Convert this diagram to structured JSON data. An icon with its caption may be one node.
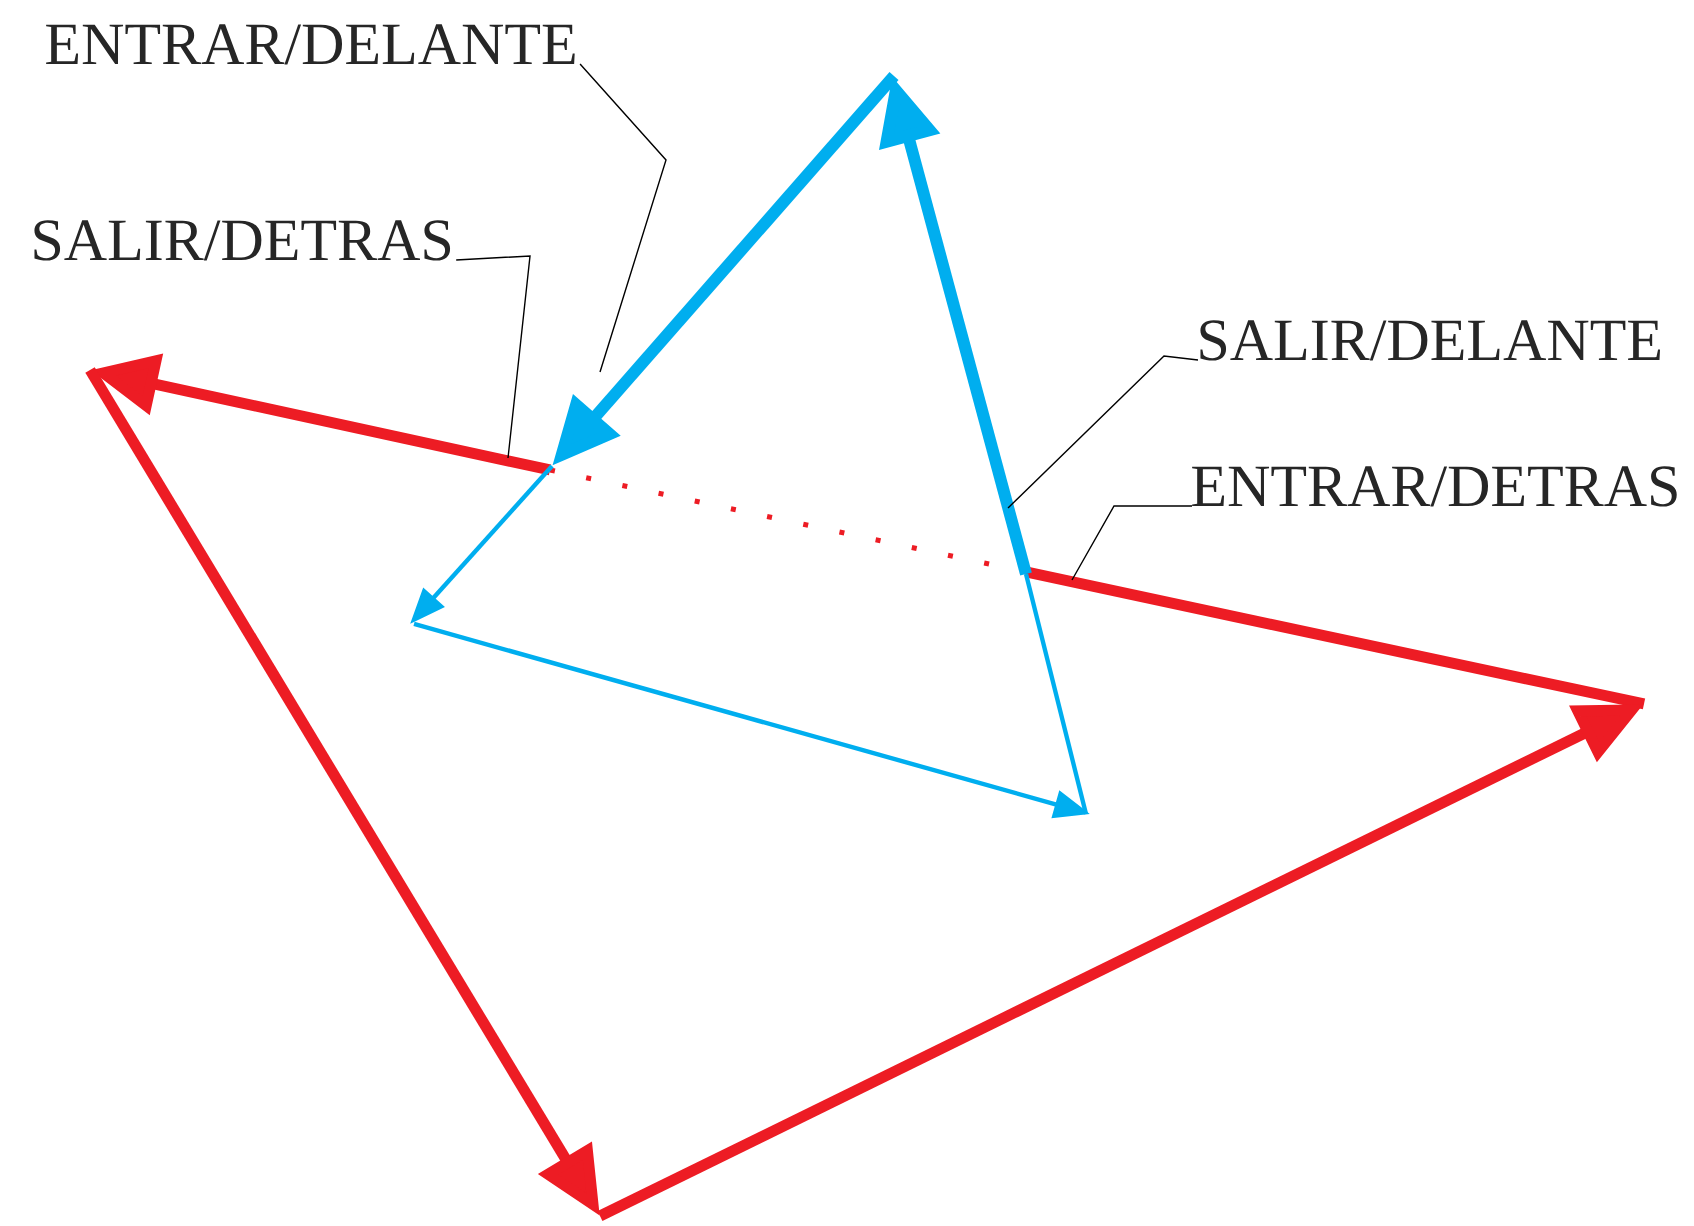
{
  "diagram": {
    "nodes": [
      {
        "text": [
          "ENTRAR/DELANTE"
        ]
      },
      {
        "text": [
          "SALIR/DETRAS"
        ]
      },
      {
        "text": [
          "SALIR/DELANTE"
        ]
      },
      {
        "text": [
          "ENTRAR/DETRAS"
        ]
      }
    ],
    "edges": [
      {
        "from": 0,
        "to": null,
        "arrow": "none"
      },
      {
        "from": 1,
        "to": null,
        "arrow": "none"
      },
      {
        "from": 2,
        "to": null,
        "arrow": "none"
      },
      {
        "from": 3,
        "to": null,
        "arrow": "none"
      }
    ]
  }
}
